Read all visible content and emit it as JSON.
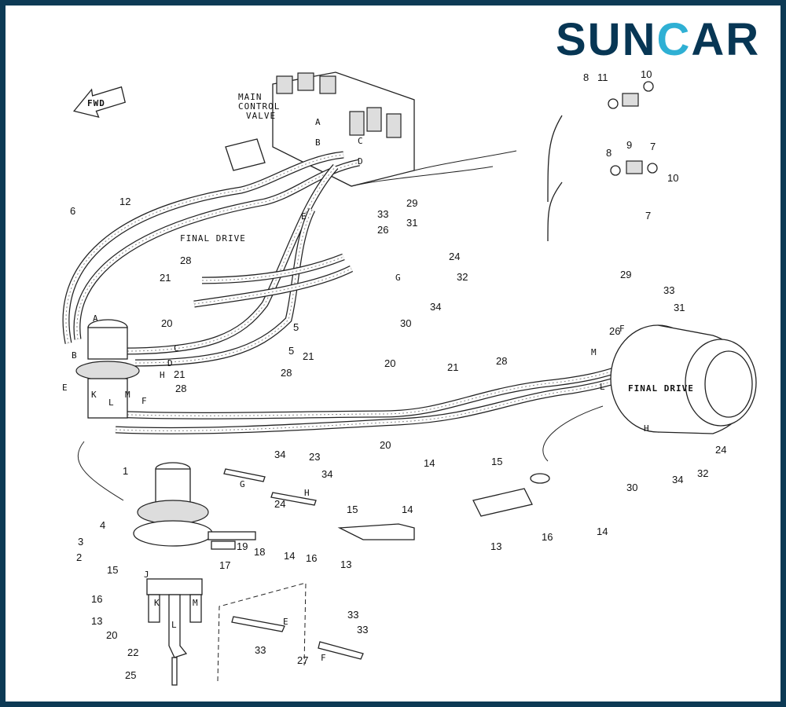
{
  "brand": {
    "logo_text_a": "SUN",
    "logo_text_c": "C",
    "logo_text_b": "AR",
    "navy": "#073654",
    "cyan": "#2fb0d4",
    "border": "#0d3a55"
  },
  "diagram": {
    "fwd": "FWD",
    "main_control_valve": [
      "MAIN",
      "CONTROL",
      "VALVE"
    ],
    "final_drive_left": "FINAL DRIVE",
    "final_drive_right": "FINAL DRIVE",
    "callouts": [
      "A",
      "B",
      "C",
      "D",
      "8",
      "11",
      "10",
      "7",
      "8",
      "9",
      "10",
      "7",
      "12",
      "6",
      "29",
      "E",
      "33",
      "31",
      "26",
      "28",
      "21",
      "24",
      "G",
      "32",
      "34",
      "30",
      "20",
      "5",
      "5",
      "A",
      "B",
      "C",
      "D",
      "H",
      "21",
      "28",
      "28",
      "E",
      "K",
      "M",
      "L",
      "F",
      "21",
      "20",
      "21",
      "28",
      "20",
      "29",
      "33",
      "31",
      "26",
      "F",
      "M",
      "L",
      "H",
      "24",
      "32",
      "34",
      "30",
      "1",
      "34",
      "23",
      "34",
      "G",
      "24",
      "H",
      "15",
      "14",
      "4",
      "3",
      "2",
      "15",
      "19",
      "18",
      "17",
      "14",
      "16",
      "13",
      "14",
      "15",
      "14",
      "16",
      "13",
      "J",
      "K",
      "M",
      "L",
      "16",
      "13",
      "20",
      "22",
      "25",
      "E",
      "33",
      "33",
      "33",
      "27",
      "F"
    ]
  }
}
